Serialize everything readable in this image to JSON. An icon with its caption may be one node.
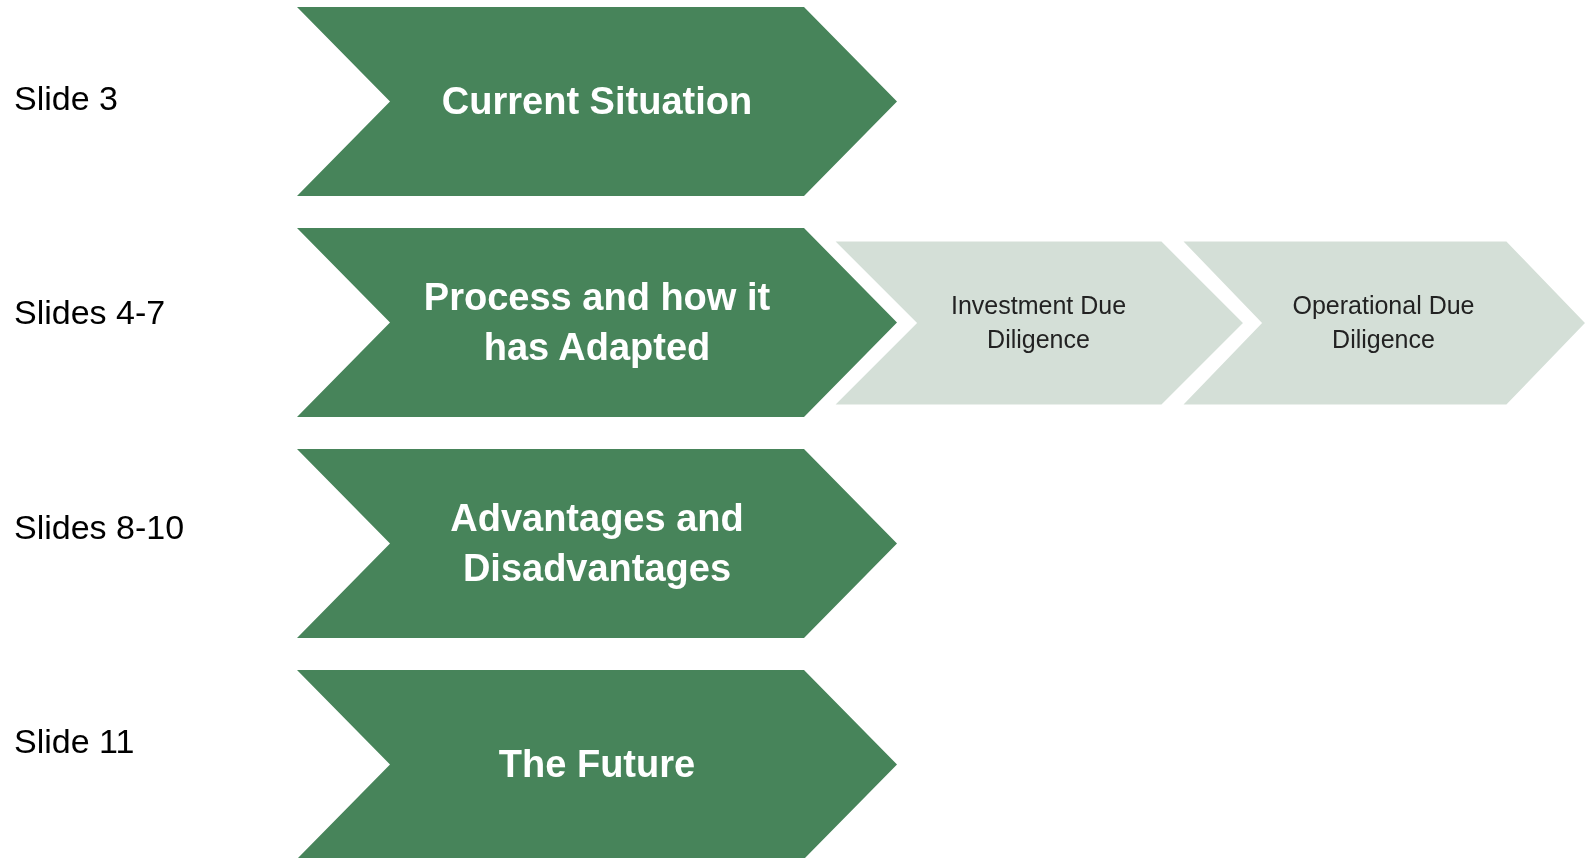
{
  "diagram": {
    "nodes": [
      {
        "text": [
          "Current Situation"
        ]
      },
      {
        "text": [
          "Process and how it has Adapted"
        ]
      },
      {
        "text": [
          "Investment Due Diligence"
        ]
      },
      {
        "text": [
          "Operational Due Diligence"
        ]
      },
      {
        "text": [
          "Advantages and Disadvantages"
        ]
      },
      {
        "text": [
          "The Future"
        ]
      }
    ],
    "labels": [
      "Slide 3",
      "Slides 4-7",
      "Slides 8-10",
      "Slide 11"
    ]
  }
}
